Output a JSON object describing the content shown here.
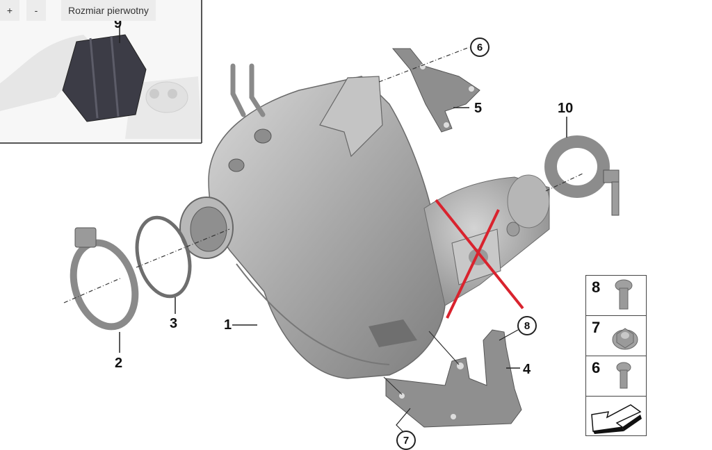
{
  "viewer": {
    "zoom_in_label": "+",
    "zoom_out_label": "-",
    "original_size_label": "Rozmiar pierwotny"
  },
  "diagram": {
    "title": "Diesel particulate filter assembly exploded view",
    "inset_callout": "9",
    "callouts": [
      {
        "id": "1",
        "label": "1",
        "part": "particulate filter / catalytic converter"
      },
      {
        "id": "2",
        "label": "2",
        "part": "V-band clamp"
      },
      {
        "id": "3",
        "label": "3",
        "part": "gasket ring"
      },
      {
        "id": "4",
        "label": "4",
        "part": "lower bracket"
      },
      {
        "id": "5",
        "label": "5",
        "part": "upper bracket"
      },
      {
        "id": "10",
        "label": "10",
        "part": "exhaust clamp"
      }
    ],
    "circled_callouts": [
      {
        "id": "6",
        "label": "6"
      },
      {
        "id": "7",
        "label": "7"
      },
      {
        "id": "8",
        "label": "8"
      }
    ],
    "hardware_legend": [
      {
        "label": "8",
        "part": "flange bolt"
      },
      {
        "label": "7",
        "part": "hex flange nut"
      },
      {
        "label": "6",
        "part": "hex bolt"
      },
      {
        "label": "",
        "part": "direction arrow"
      }
    ],
    "cross_out_color": "#d9232e",
    "part_color": "#9a9a9a",
    "line_color": "#333333"
  }
}
